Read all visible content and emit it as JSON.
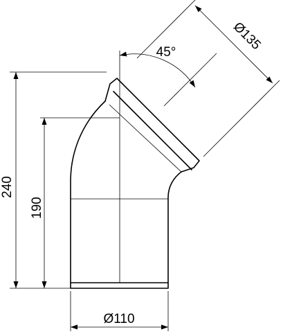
{
  "drawing": {
    "dimensions": {
      "overall_height": "240",
      "centerline_height": "190",
      "inlet_diameter": "Ø110",
      "socket_diameter": "Ø135",
      "angle": "45°"
    },
    "colors": {
      "line": "#000000",
      "background": "#ffffff"
    }
  }
}
